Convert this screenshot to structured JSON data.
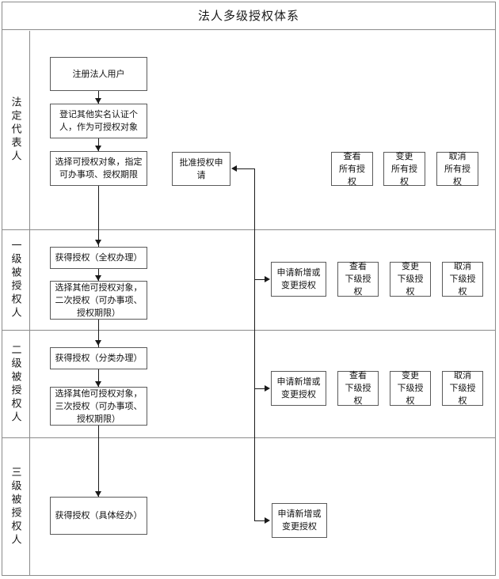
{
  "header": {
    "title": "法人多级授权体系"
  },
  "rows": [
    {
      "label": "法定代表人",
      "steps": [
        "注册法人用户",
        "登记其他实名认证个人，作为可授权对象",
        "选择可授权对象，指定可办事项、授权期限"
      ],
      "approval_box": "批准授权申请",
      "actions": [
        "查看\n所有授权",
        "变更\n所有授权",
        "取消\n所有授权"
      ]
    },
    {
      "label": "一级被授权人",
      "steps": [
        "获得授权（全权办理）",
        "选择其他可授权对象，二次授权（可办事项、授权期限）"
      ],
      "request_box": "申请新增或\n变更授权",
      "actions": [
        "查看\n下级授权",
        "变更\n下级授权",
        "取消\n下级授权"
      ]
    },
    {
      "label": "二级被授权人",
      "steps": [
        "获得授权（分类办理）",
        "选择其他可授权对象，三次授权（可办事项、授权期限）"
      ],
      "request_box": "申请新增或\n变更授权",
      "actions": [
        "查看\n下级授权",
        "变更\n下级授权",
        "取消\n下级授权"
      ]
    },
    {
      "label": "三级被授权人",
      "steps": [
        "获得授权（具体经办）"
      ],
      "request_box": "申请新增或\n变更授权",
      "actions": []
    }
  ],
  "colors": {
    "frame_line": "#8b8b8b",
    "box_border": "#5a5a5a",
    "connector": "#1a1a1a",
    "text": "#111111",
    "background": "#ffffff"
  }
}
